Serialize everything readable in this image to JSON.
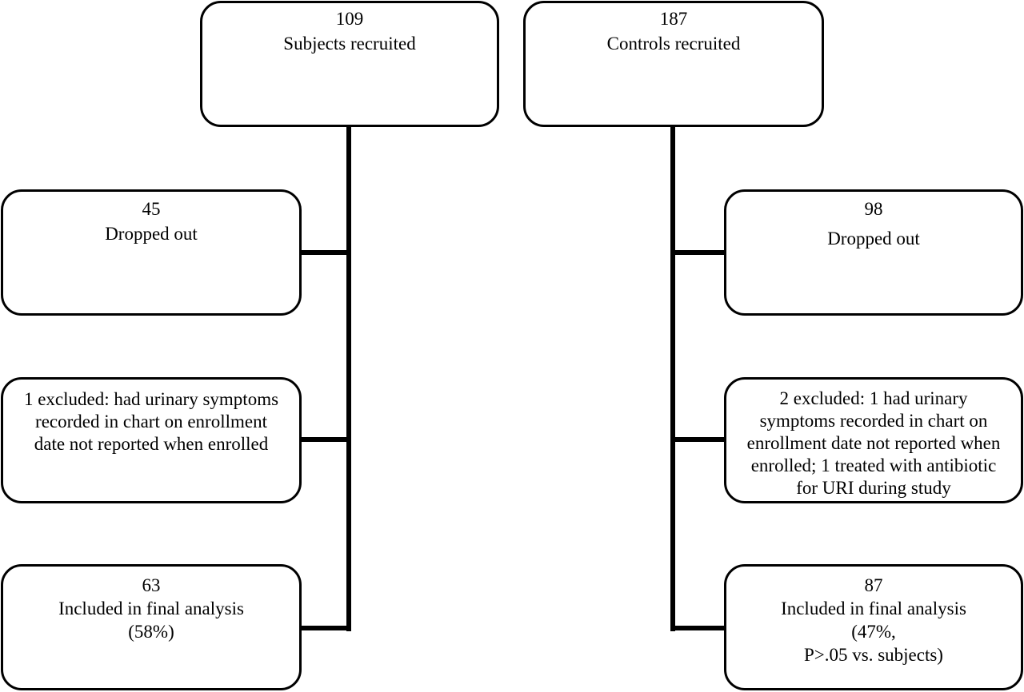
{
  "subjects": {
    "recruited": {
      "count": "109",
      "label": "Subjects recruited"
    },
    "dropped": {
      "count": "45",
      "label": "Dropped out"
    },
    "excluded": {
      "lines": [
        "1 excluded: had urinary symptoms",
        "recorded in chart on enrollment",
        "date not reported when enrolled"
      ]
    },
    "final": {
      "count": "63",
      "label": "Included in final analysis",
      "note": "(58%)"
    }
  },
  "controls": {
    "recruited": {
      "count": "187",
      "label": "Controls recruited"
    },
    "dropped": {
      "count": "98",
      "label": "Dropped out"
    },
    "excluded": {
      "lines": [
        "2 excluded: 1 had urinary",
        "symptoms recorded in chart on",
        "enrollment date not reported when",
        "enrolled; 1 treated with antibiotic",
        "for URI during study"
      ]
    },
    "final": {
      "count": "87",
      "label": "Included in final analysis",
      "note_lines": [
        "(47%,",
        "P>.05 vs. subjects)"
      ]
    }
  }
}
